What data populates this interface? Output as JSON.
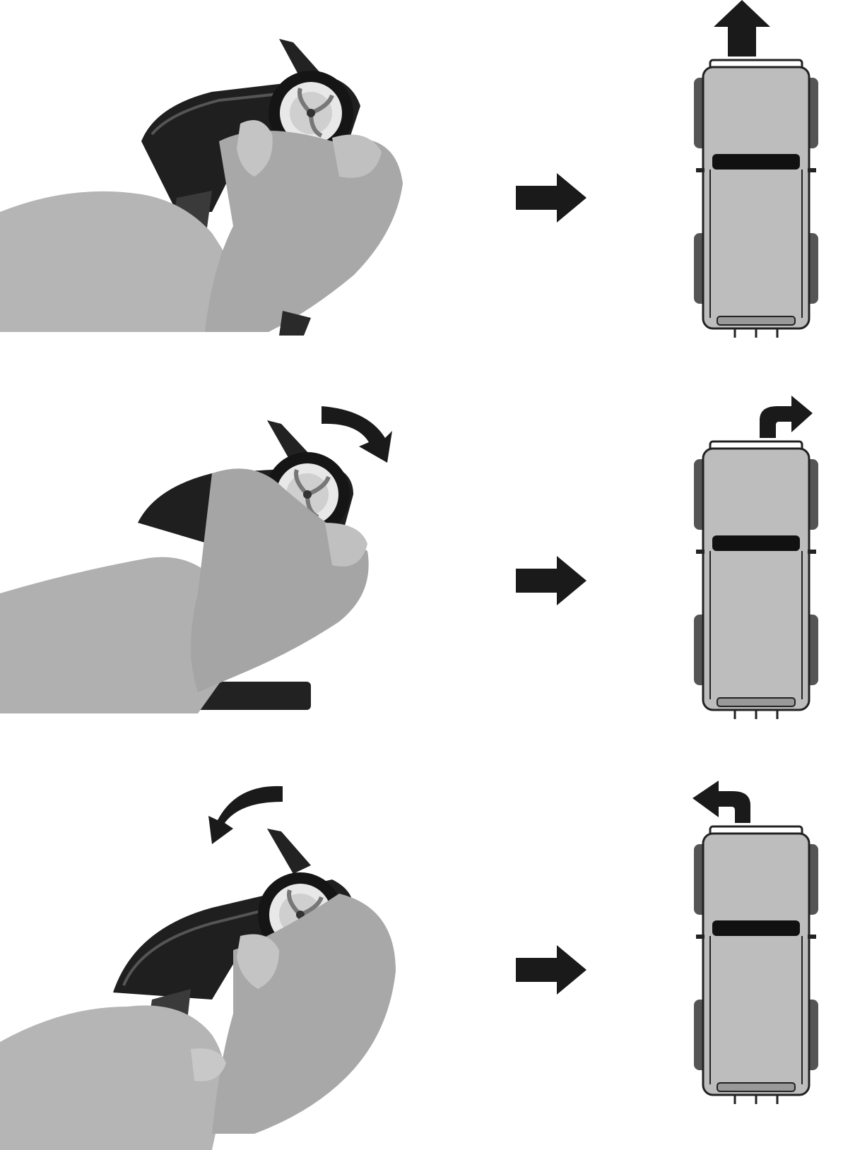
{
  "page": {
    "background": "#ffffff",
    "ink": "#1a1a1a",
    "car_body": "#bdbdbd"
  },
  "steps": [
    {
      "wheel_turn": "none",
      "car_direction": "forward",
      "icon": "arrow-up-icon"
    },
    {
      "wheel_turn": "clockwise",
      "car_direction": "right",
      "icon": "turn-right-icon"
    },
    {
      "wheel_turn": "counterclockwise",
      "car_direction": "left",
      "icon": "turn-left-icon"
    }
  ]
}
